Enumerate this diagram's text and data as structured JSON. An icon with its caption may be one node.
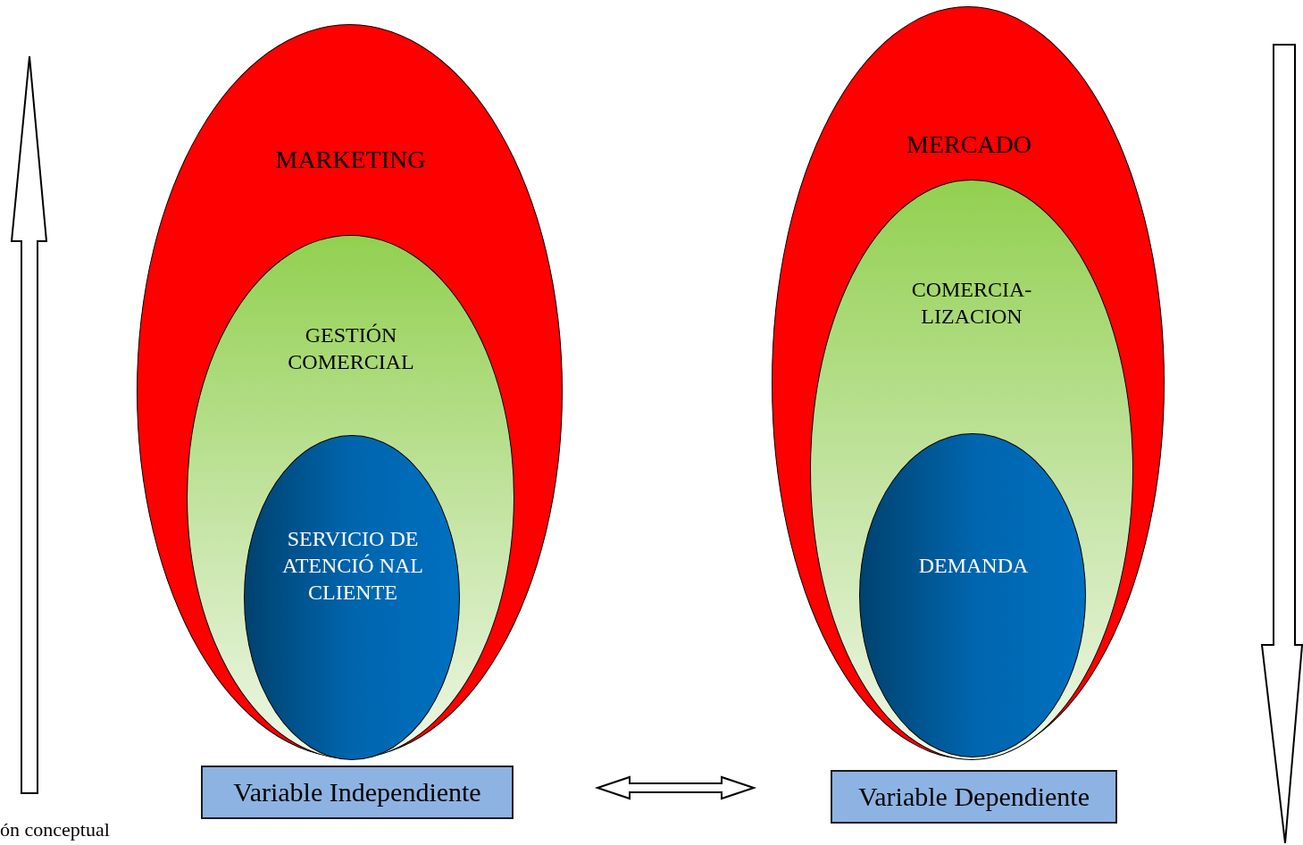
{
  "diagram": {
    "nodes": [
      {
        "text": [
          "MARKETING"
        ]
      },
      {
        "text": [
          "GESTIÓN COMERCIAL"
        ],
        "in": 0
      },
      {
        "text": [
          "SERVICIO DE ATENCIÓ NAL CLIENTE"
        ],
        "in": 1
      },
      {
        "text": [
          "MERCADO"
        ]
      },
      {
        "text": [
          "COMERCIA- LIZACION"
        ],
        "in": 3
      },
      {
        "text": [
          "DEMANDA"
        ],
        "in": 4
      },
      {
        "text": [
          "Variable Independiente"
        ]
      },
      {
        "text": [
          "Variable Dependiente"
        ]
      }
    ],
    "edges": [
      {
        "from": 6,
        "to": 7,
        "arrow": "both"
      }
    ],
    "labels": [
      "ón conceptual"
    ]
  }
}
